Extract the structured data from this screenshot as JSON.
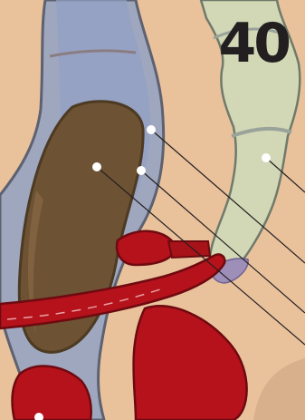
{
  "page": {
    "number": "40"
  },
  "colors": {
    "background": "#e9c29c",
    "bladder_wall": "#9fa7bf",
    "prostate": "#6d5233",
    "vas_deferens": "#b5121b",
    "seminal_vesicle": "#b5121b",
    "ureter": "#d2d7b6",
    "leader_line": "#231f20",
    "marker": "#ffffff"
  },
  "label_markers": [
    {
      "id": "marker-prostate",
      "structure": "prostate"
    },
    {
      "id": "marker-bladder",
      "structure": "bladder"
    },
    {
      "id": "marker-bladder-lower",
      "structure": "bladder-lower"
    },
    {
      "id": "marker-ureter",
      "structure": "ureter"
    },
    {
      "id": "marker-bottom",
      "structure": "seminal-vesicle"
    }
  ]
}
